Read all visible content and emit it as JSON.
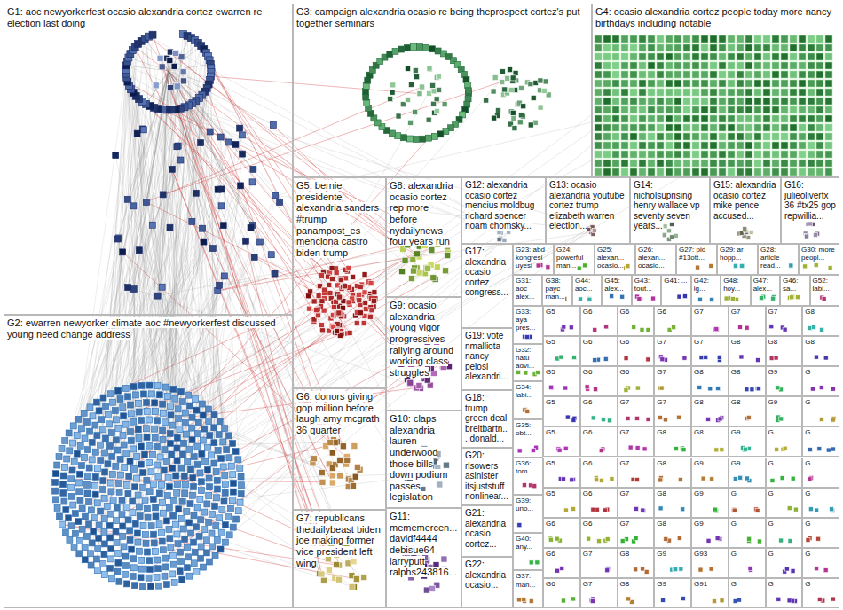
{
  "diagram": {
    "nodes": [
      {
        "text": [
          "G1: aoc newyorkerfest ocasio alexandria cortez ewarren re election last doing"
        ]
      },
      {
        "text": [
          "G2: ewarren newyorker climate aoc #newyorkerfest discussed young need change address"
        ]
      },
      {
        "text": [
          "G3: campaign alexandria ocasio re being theprospect cortez's put together seminars"
        ]
      },
      {
        "text": [
          "G4: ocasio alexandria cortez people today more nancy birthdays including notable"
        ]
      },
      {
        "text": [
          "G5: bernie presidente alexandria sanders #trump panampost_es menciona castro biden trump"
        ]
      },
      {
        "text": [
          "G6: donors giving gop million before laugh amy mcgrath 36 quarter"
        ]
      },
      {
        "text": [
          "G7: republicans thedailybeast biden joe making former vice president left wing"
        ]
      },
      {
        "text": [
          "G8: alexandria ocasio cortez rep more before nydailynews four years run"
        ]
      },
      {
        "text": [
          "G9: ocasio alexandria young vigor progressives rallying around working class struggles"
        ]
      },
      {
        "text": [
          "G10: claps alexandria lauren underwood those bills down podium passes legislation"
        ]
      },
      {
        "text": [
          "G11: mememercen... davidf4444 debisue64 larryputt ralphs243816..."
        ]
      },
      {
        "text": [
          "G12: alexandria ocasio cortez mencius moldbug richard spencer noam chomsky..."
        ]
      },
      {
        "text": [
          "G13: ocasio alexandria youtube cortez trump elizabeth warren election..."
        ]
      },
      {
        "text": [
          "G14: nicholsuprising henry wallace vp seventy seven years..."
        ]
      },
      {
        "text": [
          "G15: alexandria ocasio cortez mike pence accused..."
        ]
      },
      {
        "text": [
          "G16: julieolivertx 36 #tx25 gop repwillia..."
        ]
      },
      {
        "text": [
          "G17: alexandria ocasio cortez congress..."
        ]
      },
      {
        "text": [
          "G18: trump green deal breitbartn... donald..."
        ]
      },
      {
        "text": [
          "G19: vote nmalliota nancy pelosi alexandri..."
        ]
      },
      {
        "text": [
          "G20: rlsowers asinister itsjuststuff nonlinear..."
        ]
      },
      {
        "text": [
          "G21: alexandria ocasio cortez..."
        ]
      },
      {
        "text": [
          "G22: alexandria ocasio..."
        ]
      },
      {
        "text": [
          "G23: abd kongresi uyesi"
        ]
      },
      {
        "text": [
          "G24: powerful man..."
        ]
      },
      {
        "text": [
          "G25: alexan... ocasio..."
        ]
      },
      {
        "text": [
          "G26: alexan... ocasio..."
        ]
      },
      {
        "text": [
          "G27: pid #13ott..."
        ]
      },
      {
        "text": [
          "G29: ar hopp..."
        ]
      },
      {
        "text": [
          "G28: article read..."
        ]
      },
      {
        "text": [
          "G30: more peopl..."
        ]
      },
      {
        "text": [
          "G31: aoc alex..."
        ]
      },
      {
        "text": [
          "G38: payc man..."
        ]
      },
      {
        "text": [
          "G44: aoc..."
        ]
      },
      {
        "text": [
          "G45: alex..."
        ]
      },
      {
        "text": [
          "G43: tout..."
        ]
      },
      {
        "text": [
          "G41: ..."
        ]
      },
      {
        "text": [
          "G42: ig..."
        ]
      },
      {
        "text": [
          "G48: hoy..."
        ]
      },
      {
        "text": [
          "G47: alex..."
        ]
      },
      {
        "text": [
          "G46: sa..."
        ]
      },
      {
        "text": [
          "G52: labi..."
        ]
      },
      {
        "text": [
          "G33: aya pres..."
        ]
      },
      {
        "text": [
          "G32: natu advi..."
        ]
      },
      {
        "text": [
          "G34: labi..."
        ]
      },
      {
        "text": [
          "G35: obt..."
        ]
      },
      {
        "text": [
          "G36: tom..."
        ]
      },
      {
        "text": [
          "G39: uno..."
        ]
      },
      {
        "text": [
          "G40: any..."
        ]
      },
      {
        "text": [
          "G37: man..."
        ]
      },
      {
        "text": [
          "G5"
        ]
      },
      {
        "text": [
          "G6"
        ]
      },
      {
        "text": [
          "G6"
        ]
      },
      {
        "text": [
          "G6"
        ]
      },
      {
        "text": [
          "G7"
        ]
      },
      {
        "text": [
          "G7"
        ]
      },
      {
        "text": [
          "G7"
        ]
      },
      {
        "text": [
          "G8"
        ]
      },
      {
        "text": [
          "G5"
        ]
      },
      {
        "text": [
          "G6"
        ]
      },
      {
        "text": [
          "G6"
        ]
      },
      {
        "text": [
          "G7"
        ]
      },
      {
        "text": [
          "G7"
        ]
      },
      {
        "text": [
          "G8"
        ]
      },
      {
        "text": [
          "G8"
        ]
      },
      {
        "text": [
          "G8"
        ]
      },
      {
        "text": [
          "G5"
        ]
      },
      {
        "text": [
          "G6"
        ]
      },
      {
        "text": [
          "G6"
        ]
      },
      {
        "text": [
          "G7"
        ]
      },
      {
        "text": [
          "G8"
        ]
      },
      {
        "text": [
          "G8"
        ]
      },
      {
        "text": [
          "G9"
        ]
      },
      {
        "text": [
          "G"
        ]
      },
      {
        "text": [
          "G5"
        ]
      },
      {
        "text": [
          "G6"
        ]
      },
      {
        "text": [
          "G7"
        ]
      },
      {
        "text": [
          "G7"
        ]
      },
      {
        "text": [
          "G8"
        ]
      },
      {
        "text": [
          "G8"
        ]
      },
      {
        "text": [
          "G9"
        ]
      },
      {
        "text": [
          "G"
        ]
      },
      {
        "text": [
          "G5"
        ]
      },
      {
        "text": [
          "G6"
        ]
      },
      {
        "text": [
          "G7"
        ]
      },
      {
        "text": [
          "G8"
        ]
      },
      {
        "text": [
          "G8"
        ]
      },
      {
        "text": [
          "G9"
        ]
      },
      {
        "text": [
          "G"
        ]
      },
      {
        "text": [
          "G"
        ]
      },
      {
        "text": [
          "G5"
        ]
      },
      {
        "text": [
          "G6"
        ]
      },
      {
        "text": [
          "G7"
        ]
      },
      {
        "text": [
          "G8"
        ]
      },
      {
        "text": [
          "G9"
        ]
      },
      {
        "text": [
          "G9"
        ]
      },
      {
        "text": [
          "G"
        ]
      },
      {
        "text": [
          "G"
        ]
      },
      {
        "text": [
          "G5"
        ]
      },
      {
        "text": [
          "G6"
        ]
      },
      {
        "text": [
          "G7"
        ]
      },
      {
        "text": [
          "G8"
        ]
      },
      {
        "text": [
          "G9"
        ]
      },
      {
        "text": [
          "G"
        ]
      },
      {
        "text": [
          "G"
        ]
      },
      {
        "text": [
          "G"
        ]
      },
      {
        "text": [
          "G6"
        ]
      },
      {
        "text": [
          "G6"
        ]
      },
      {
        "text": [
          "G7"
        ]
      },
      {
        "text": [
          "G8"
        ]
      },
      {
        "text": [
          "G9"
        ]
      },
      {
        "text": [
          "G"
        ]
      },
      {
        "text": [
          "G"
        ]
      },
      {
        "text": [
          "G"
        ]
      },
      {
        "text": [
          "G6"
        ]
      },
      {
        "text": [
          "G7"
        ]
      },
      {
        "text": [
          "G8"
        ]
      },
      {
        "text": [
          "G9"
        ]
      },
      {
        "text": [
          "G93"
        ]
      },
      {
        "text": [
          "G"
        ]
      },
      {
        "text": [
          "G"
        ]
      },
      {
        "text": [
          "G"
        ]
      },
      {
        "text": [
          "G6"
        ]
      },
      {
        "text": [
          "G7"
        ]
      },
      {
        "text": [
          "G8"
        ]
      },
      {
        "text": [
          "G9"
        ]
      },
      {
        "text": [
          "G91"
        ]
      },
      {
        "text": [
          "G"
        ]
      },
      {
        "text": [
          "G"
        ]
      },
      {
        "text": [
          "G"
        ]
      }
    ]
  }
}
